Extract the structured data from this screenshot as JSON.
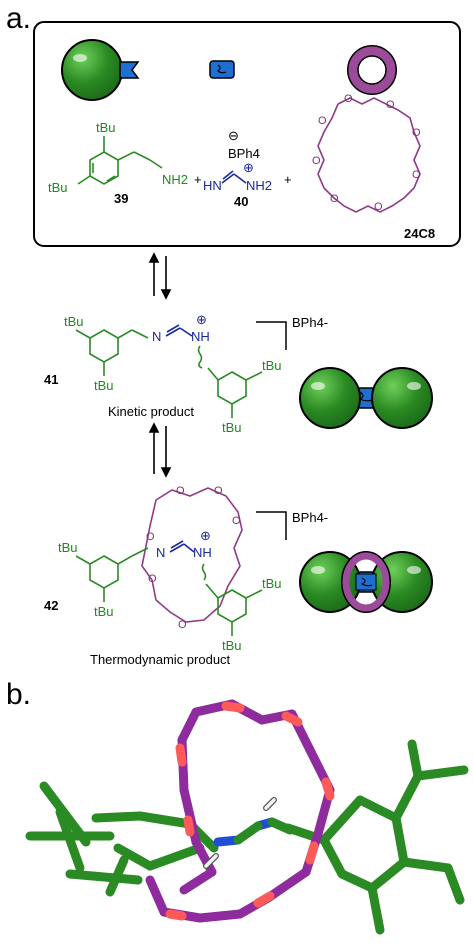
{
  "panels": {
    "a": "a.",
    "b": "b."
  },
  "legend": {
    "stopper": "green-stopper-ball",
    "axle": "blue-axle",
    "ring": "purple-ring"
  },
  "reactants": {
    "tBu": "tBu",
    "nh2": "NH2",
    "compound_39": "39",
    "plus": "+",
    "minus_sign": "⊖",
    "plus_sign": "⊕",
    "bph4": "BPh4",
    "hn": "HN",
    "compound_40": "40",
    "o": "O",
    "compound_24c8": "24C8"
  },
  "kinetic": {
    "n": "N",
    "nh": "NH",
    "compound_41": "41",
    "counterion": "BPh4-",
    "caption": "Kinetic product"
  },
  "thermo": {
    "compound_42": "42",
    "counterion": "BPh4-",
    "caption": "Thermodynamic product"
  },
  "colors": {
    "green": "#2a8a23",
    "blue": "#1f6fd1",
    "purple": "#8e3b8a",
    "navy": "#1a2a9a",
    "red": "#ff5a5a"
  }
}
